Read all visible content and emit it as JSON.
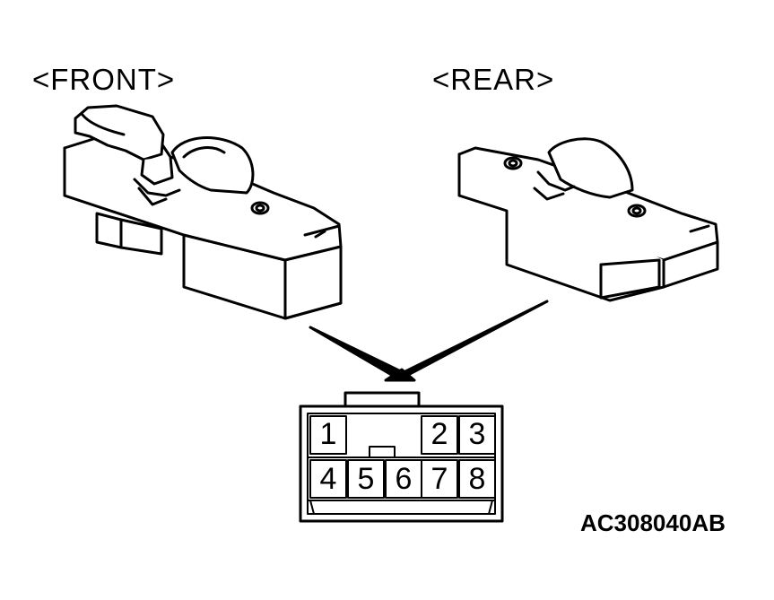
{
  "labels": {
    "front": "<FRONT>",
    "rear": "<REAR>",
    "figure_code": "AC308040AB"
  },
  "connector": {
    "pins": [
      "1",
      "2",
      "3",
      "4",
      "5",
      "6",
      "7",
      "8"
    ]
  },
  "colors": {
    "line": "#000000",
    "fill": "#ffffff"
  }
}
